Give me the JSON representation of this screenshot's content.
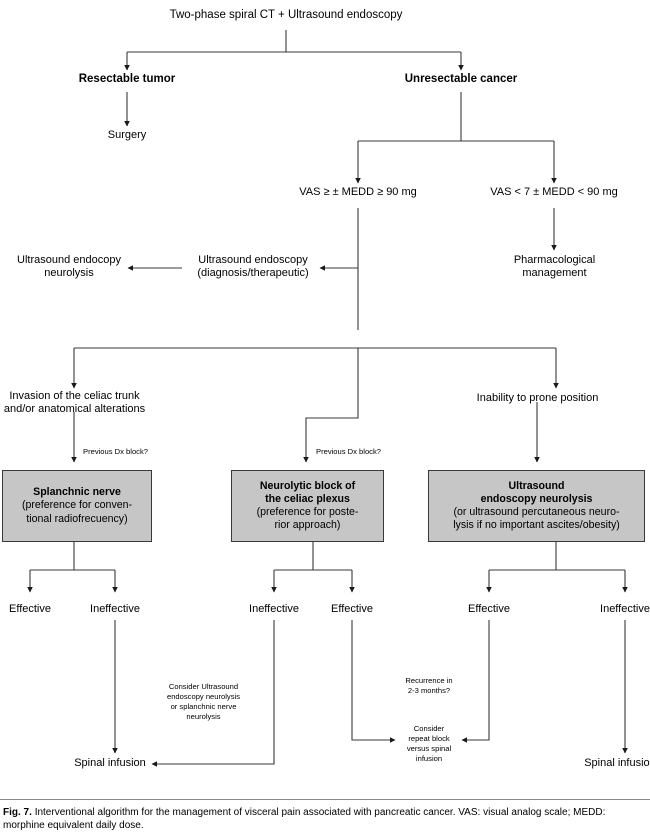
{
  "figure": {
    "number": "Fig. 7.",
    "caption": "Interventional algorithm for the management of visceral pain associated with pancreatic cancer. VAS: visual analog scale; MEDD: morphine equivalent daily dose.",
    "line_color": "#333333",
    "box_fill": "#c6c6c6",
    "box_stroke": "#3a3a3a",
    "background": "#ffffff"
  },
  "nodes": {
    "root": "Two-phase spiral CT + Ultrasound endoscopy",
    "resectable": "Resectable tumor",
    "unresectable": "Unresectable cancer",
    "surgery": "Surgery",
    "vas_high": "VAS ≥ ± MEDD ≥ 90 mg",
    "vas_low": "VAS < 7 ± MEDD < 90 mg",
    "us_endoscopy_line1": "Ultrasound endoscopy",
    "us_endoscopy_line2": "(diagnosis/therapeutic)",
    "us_neurolysis_line1": "Ultrasound endocopy",
    "us_neurolysis_line2": "neurolysis",
    "pharmacological_line1": "Pharmacological",
    "pharmacological_line2": "management",
    "invasion_line1": "Invasion of the celiac trunk",
    "invasion_line2": "and/or anatomical alterations",
    "inability": "Inability to prone position",
    "prev_dx_left": "Previous Dx block?",
    "prev_dx_mid": "Previous Dx block?",
    "consider_us_line1": "Consider Ultrasound",
    "consider_us_line2": "endoscopy neurolysis",
    "consider_us_line3": "or splanchnic nerve",
    "consider_us_line4": "neurolysis",
    "recurrence_line1": "Recurrence in",
    "recurrence_line2": "2-3 months?",
    "repeat_line1": "Consider",
    "repeat_line2": "repeat block",
    "repeat_line3": "versus spinal",
    "repeat_line4": "infusion",
    "spinal_left": "Spinal infusion",
    "spinal_right": "Spinal infusion"
  },
  "boxes": [
    {
      "id": "splanchnic",
      "head": "Splanchnic nerve",
      "body_line1": "(preference for conven-",
      "body_line2": "tional radiofrecuency)"
    },
    {
      "id": "neurolytic",
      "head_line1": "Neurolytic block of",
      "head_line2": "the celiac plexus",
      "body_line1": "(preference for poste-",
      "body_line2": "rior approach)"
    },
    {
      "id": "ultrasound",
      "head_line1": "Ultrasound",
      "head_line2": "endoscopy neurolysis",
      "body_line1": "(or ultrasound percutaneous neuro-",
      "body_line2": "lysis if no important ascites/obesity)"
    }
  ],
  "outcomes": {
    "left_effective": "Effective",
    "left_ineffective": "Ineffective",
    "mid_ineffective": "Ineffective",
    "mid_effective": "Effective",
    "right_effective": "Effective",
    "right_ineffective": "Ineffective"
  }
}
